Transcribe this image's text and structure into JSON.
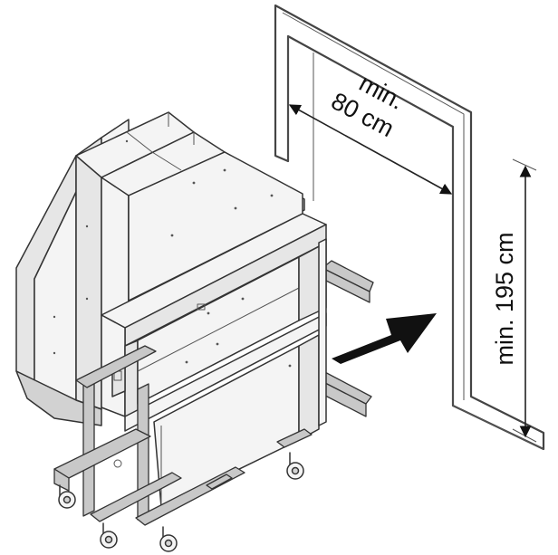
{
  "labels": {
    "width_line1": "min.",
    "width_line2": "80 cm",
    "height": "min. 195 cm"
  },
  "colors": {
    "line": "#333333",
    "arrow": "#111111",
    "background": "#ffffff"
  },
  "icons": {
    "direction": "arrow-right-icon"
  }
}
